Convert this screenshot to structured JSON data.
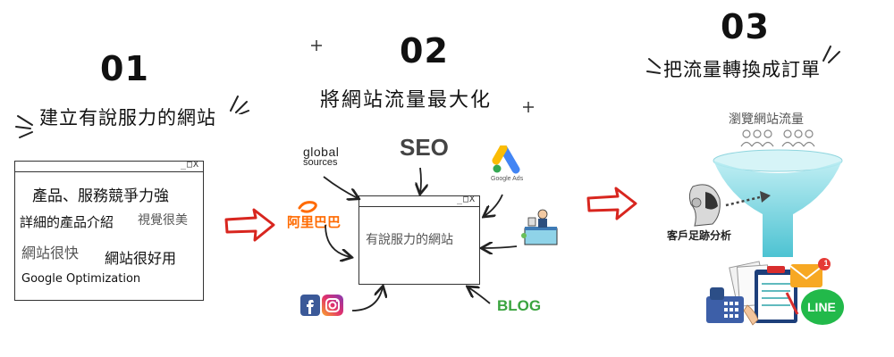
{
  "step1": {
    "number": "01",
    "title": "建立有說服力的網站",
    "window_controls": "_□X",
    "items": [
      "產品、服務競爭力強",
      "詳細的產品介紹",
      "視覺很美",
      "網站很快",
      "網站很好用",
      "Google Optimization"
    ]
  },
  "step2": {
    "number": "02",
    "title": "將網站流量最大化",
    "window_controls": "_□X",
    "center_label": "有說服力的網站",
    "sources": {
      "global_sources": [
        "global",
        "sources"
      ],
      "seo": "SEO",
      "google_ads": "Google Ads",
      "alibaba": "阿里巴巴",
      "blog": "BLOG"
    }
  },
  "step3": {
    "number": "03",
    "title": "把流量轉換成訂單",
    "funnel_label": "瀏覽網站流量",
    "analysis_label": "客戶足跡分析",
    "line_label": "LINE",
    "mail_badge": "1"
  },
  "colors": {
    "arrow_red": "#d8261f",
    "funnel_teal": "#6fd1dc",
    "line_green": "#22b94a",
    "blog_green": "#3aa43f",
    "alibaba_orange": "#ff6a00",
    "google_blue": "#4285f4",
    "google_yellow": "#fbbc04",
    "google_green": "#34a853",
    "facebook_blue": "#3b5998",
    "phone_blue": "#3d5fa8"
  }
}
